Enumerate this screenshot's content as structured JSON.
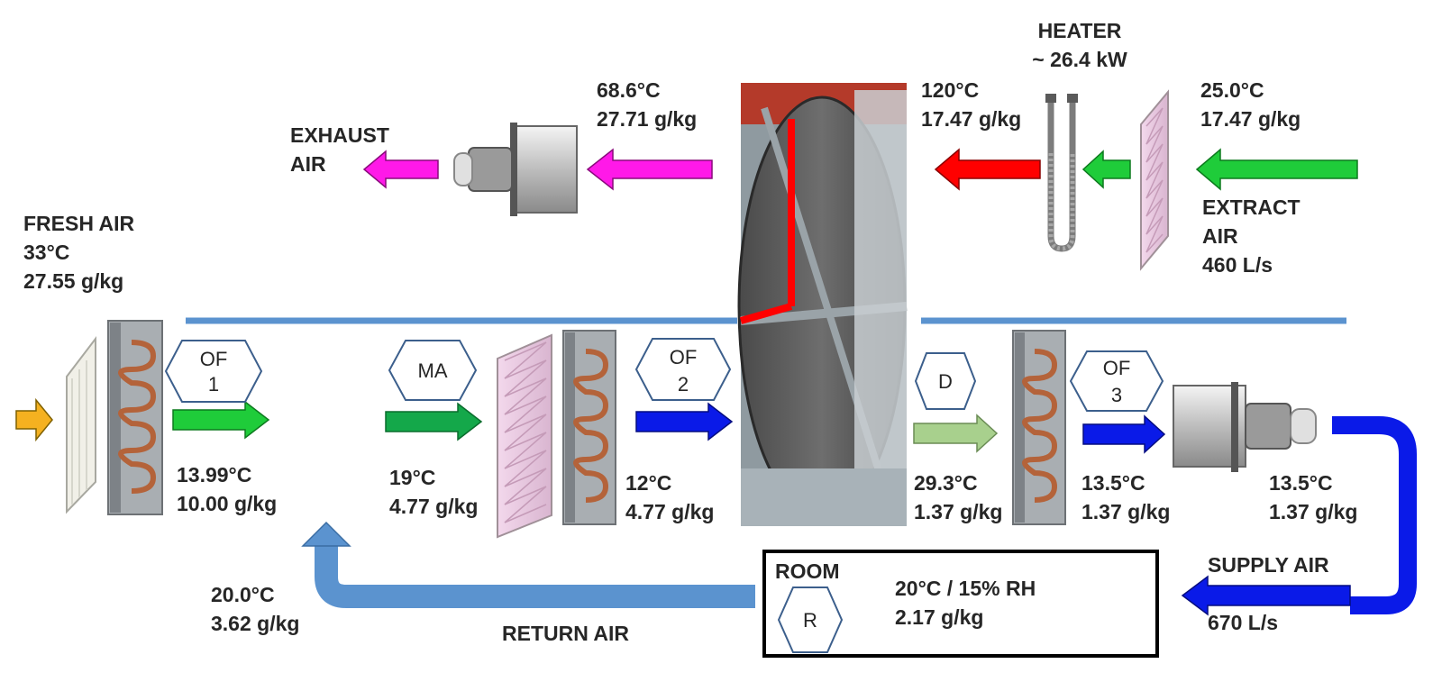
{
  "colors": {
    "duct": "#5b93cf",
    "fresh_arrow": "#f5b120",
    "green_arrow": "#1fcc3a",
    "dark_green_arrow": "#14a84a",
    "light_green_arrow": "#a8d08d",
    "blue_arrow": "#0a1ae8",
    "magenta_arrow": "#ff19e8",
    "red_arrow": "#ff0000",
    "return_arrow": "#5b93cf",
    "text": "#262626"
  },
  "heater": {
    "title": "HEATER",
    "power": "~ 26.4 kW"
  },
  "exhaust": {
    "line1": "EXHAUST",
    "line2": "AIR",
    "temp": "68.6°C",
    "humidity": "27.71 g/kg"
  },
  "after_heater": {
    "temp": "120°C",
    "humidity": "17.47 g/kg"
  },
  "extract": {
    "temp": "25.0°C",
    "humidity": "17.47 g/kg",
    "line1": "EXTRACT",
    "line2": "AIR",
    "flow": "460 L/s"
  },
  "fresh": {
    "title": "FRESH AIR",
    "temp": "33°C",
    "humidity": "27.55 g/kg"
  },
  "after_coil1": {
    "temp": "13.99°C",
    "humidity": "10.00 g/kg"
  },
  "mixed": {
    "temp": "19°C",
    "humidity": "4.77 g/kg"
  },
  "after_coil2": {
    "temp": "12°C",
    "humidity": "4.77 g/kg"
  },
  "after_wheel": {
    "temp": "29.3°C",
    "humidity": "1.37 g/kg"
  },
  "after_coil3": {
    "temp": "13.5°C",
    "humidity": "1.37 g/kg"
  },
  "supply": {
    "temp": "13.5°C",
    "humidity": "1.37 g/kg",
    "title": "SUPPLY AIR",
    "flow": "670 L/s"
  },
  "return_state": {
    "temp": "20.0°C",
    "humidity": "3.62 g/kg",
    "title": "RETURN AIR"
  },
  "room": {
    "title": "ROOM",
    "condition": "20°C / 15% RH",
    "humidity": "2.17 g/kg",
    "tag": "R"
  },
  "tags": {
    "of1": [
      "OF",
      "1"
    ],
    "ma": "MA",
    "of2": [
      "OF",
      "2"
    ],
    "d": "D",
    "of3": [
      "OF",
      "3"
    ]
  }
}
